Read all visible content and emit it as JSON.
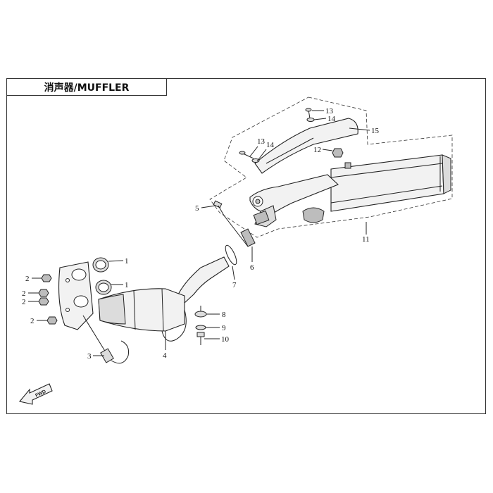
{
  "header": {
    "title": "消声器/MUFFLER"
  },
  "fwd_arrow": {
    "label": "FWD"
  },
  "callouts": [
    {
      "id": "c1a",
      "label": "1"
    },
    {
      "id": "c1b",
      "label": "1"
    },
    {
      "id": "c2a",
      "label": "2"
    },
    {
      "id": "c2b",
      "label": "2"
    },
    {
      "id": "c2c",
      "label": "2"
    },
    {
      "id": "c2d",
      "label": "2"
    },
    {
      "id": "c3",
      "label": "3"
    },
    {
      "id": "c4",
      "label": "4"
    },
    {
      "id": "c5",
      "label": "5"
    },
    {
      "id": "c6",
      "label": "6"
    },
    {
      "id": "c7",
      "label": "7"
    },
    {
      "id": "c8",
      "label": "8"
    },
    {
      "id": "c9",
      "label": "9"
    },
    {
      "id": "c10",
      "label": "10"
    },
    {
      "id": "c11",
      "label": "11"
    },
    {
      "id": "c12",
      "label": "12"
    },
    {
      "id": "c13a",
      "label": "13"
    },
    {
      "id": "c13b",
      "label": "13"
    },
    {
      "id": "c14a",
      "label": "14"
    },
    {
      "id": "c14b",
      "label": "14"
    },
    {
      "id": "c15",
      "label": "15"
    }
  ]
}
